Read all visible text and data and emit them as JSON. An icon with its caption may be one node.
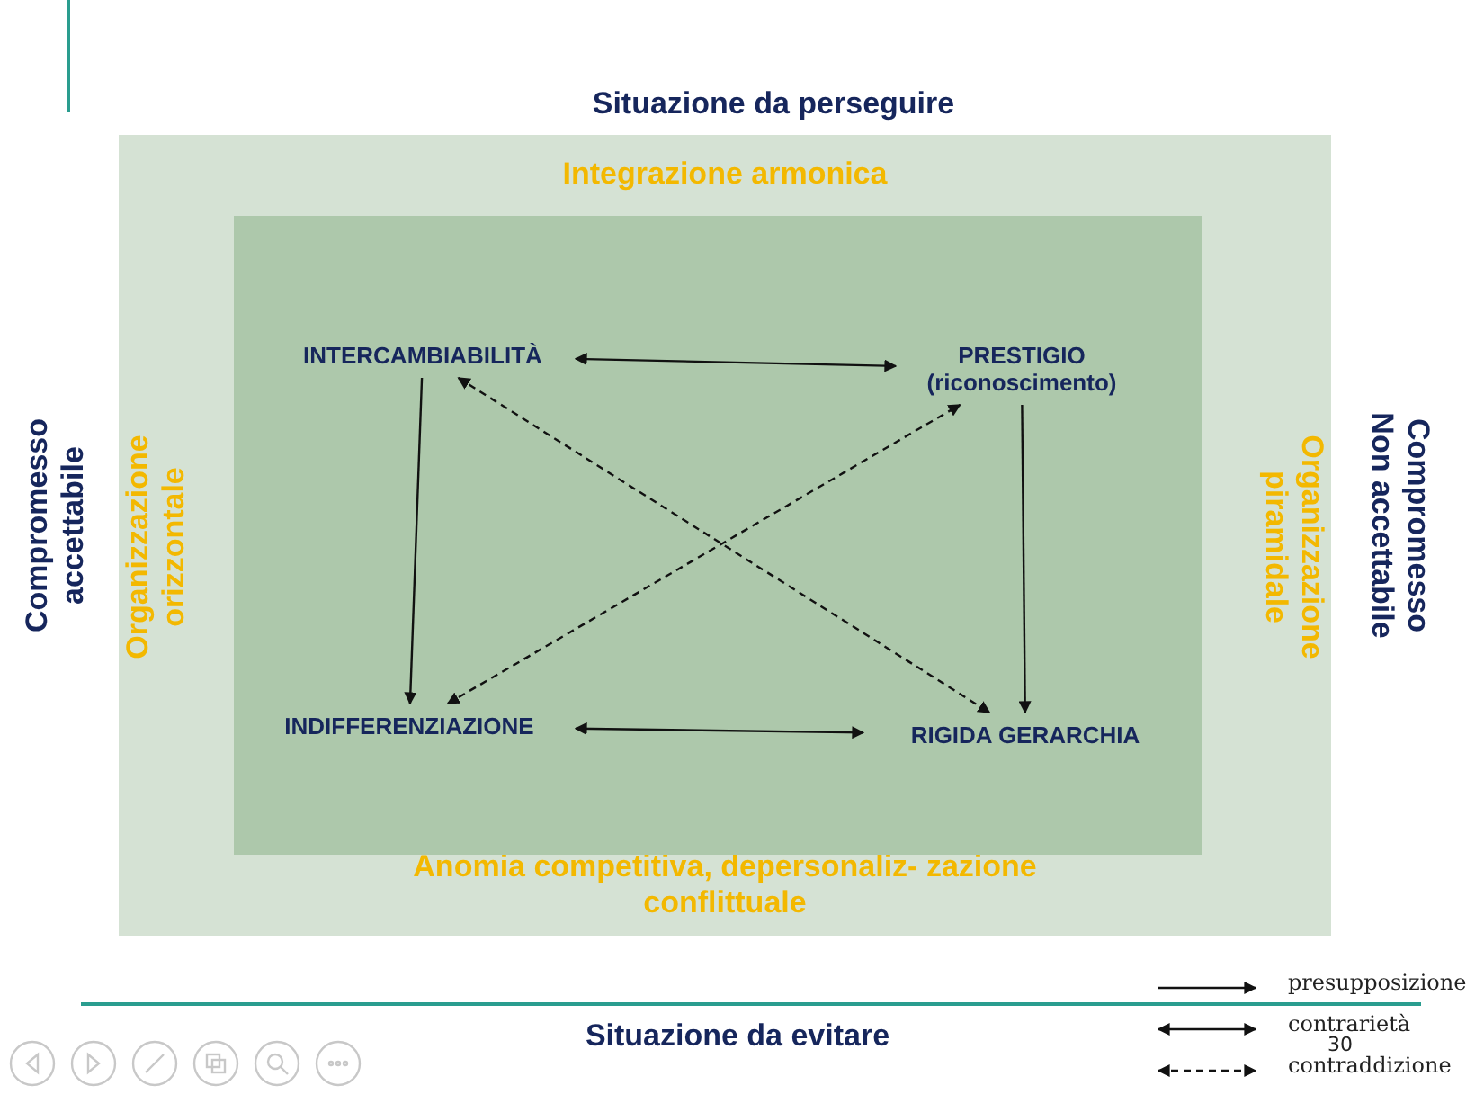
{
  "diagram": {
    "nodes": [
      {
        "text": [
          "Integrazione armonica",
          "Organizzazione orizzontale",
          "Organizzazione piramidale",
          "Anomia competitiva, depersonaliz- zazione conflittuale"
        ]
      },
      {
        "text": [],
        "shape": "box",
        "in": 0
      },
      {
        "text": [
          "INTERCAMBIABILITÀ"
        ],
        "in": 1
      },
      {
        "text": [
          "PRESTIGIO (riconoscimento)"
        ],
        "in": 1
      },
      {
        "text": [
          "INDIFFERENZIAZIONE"
        ],
        "in": 1
      },
      {
        "text": [
          "RIGIDA GERARCHIA"
        ],
        "in": 1
      }
    ],
    "edges": [
      {
        "from": 2,
        "to": 3,
        "arrow": "both"
      },
      {
        "from": 2,
        "to": 4,
        "arrow": "to"
      },
      {
        "from": 3,
        "to": 5,
        "arrow": "to"
      },
      {
        "from": 4,
        "to": 5,
        "arrow": "both"
      },
      {
        "from": 2,
        "to": 5,
        "arrow": "both",
        "style": "dashed"
      },
      {
        "from": 4,
        "to": 3,
        "arrow": "both",
        "style": "dashed"
      }
    ],
    "labels": [
      "Situazione da perseguire",
      "Compromesso accettabile",
      "Compromesso Non accettabile",
      "Situazione da evitare",
      "30"
    ],
    "legend": [
      {
        "text": "presupposizione"
      },
      {
        "text": "contrarietà"
      },
      {
        "text": "contraddizione"
      }
    ]
  }
}
